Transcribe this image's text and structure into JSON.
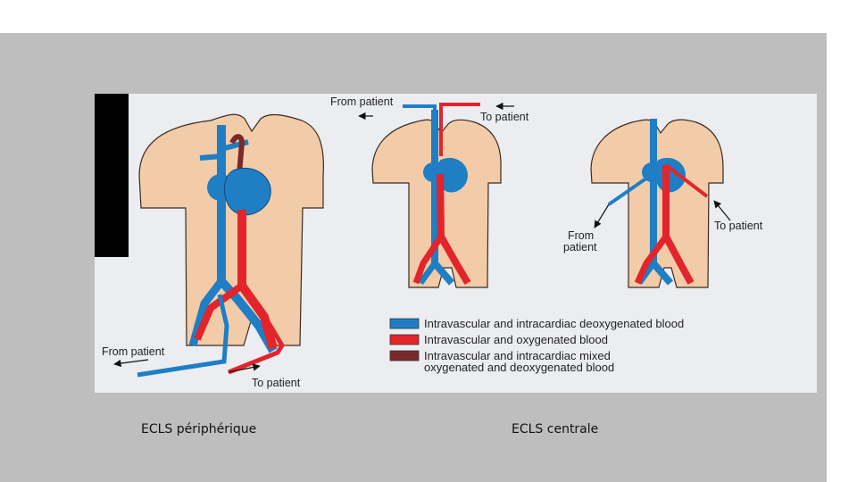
{
  "figure": {
    "labels": {
      "left_from_patient": "From patient",
      "left_to_patient": "To patient",
      "middle_from_patient": "From patient",
      "middle_to_patient": "To patient",
      "right_from": "From",
      "right_patient": "patient",
      "right_to_patient": "To patient"
    },
    "legend": [
      {
        "lines": [
          "Intravascular and intracardiac deoxygenated blood"
        ],
        "color": "#1f7ec4"
      },
      {
        "lines": [
          "Intravascular and oxygenated blood"
        ],
        "color": "#e3242b"
      },
      {
        "lines": [
          "Intravascular and intracardiac mixed",
          "oxygenated and deoxygenated blood"
        ],
        "color": "#7a2a2a"
      }
    ],
    "colors": {
      "skin": "#f2cca9",
      "venous": "#1f7ec4",
      "arterial": "#e3242b",
      "mixed": "#7a2a2a"
    }
  },
  "captions": {
    "peripheral": "ECLS périphérique",
    "central": "ECLS centrale"
  }
}
